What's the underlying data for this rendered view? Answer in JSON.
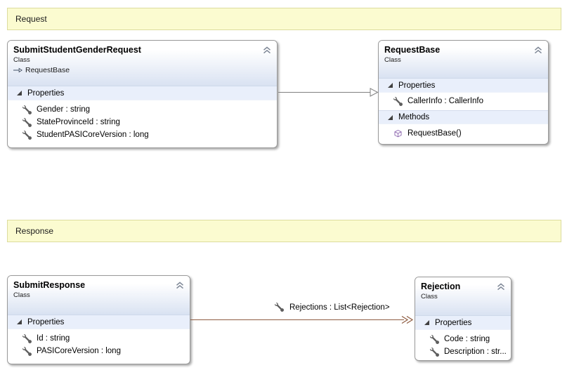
{
  "diagram": {
    "comments": {
      "request": "Request",
      "response": "Response"
    },
    "section_labels": {
      "properties": "Properties",
      "methods": "Methods"
    },
    "classes": {
      "submitStudentGenderRequest": {
        "name": "SubmitStudentGenderRequest",
        "kind": "Class",
        "baseType": "RequestBase",
        "properties": [
          "Gender : string",
          "StateProvinceId : string",
          "StudentPASICoreVersion : long"
        ]
      },
      "requestBase": {
        "name": "RequestBase",
        "kind": "Class",
        "properties": [
          "CallerInfo : CallerInfo"
        ],
        "methods": [
          "RequestBase()"
        ]
      },
      "submitResponse": {
        "name": "SubmitResponse",
        "kind": "Class",
        "properties": [
          "Id : string",
          "PASICoreVersion : long"
        ]
      },
      "rejection": {
        "name": "Rejection",
        "kind": "Class",
        "properties": [
          "Code : string",
          "Description : str..."
        ]
      }
    },
    "connectors": {
      "inheritance": {
        "type": "inheritance"
      },
      "association": {
        "type": "association",
        "label": "Rejections : List<Rejection>"
      }
    },
    "icons": {
      "property": "wrench",
      "method": "cube",
      "collapse": "chevron-double-up",
      "expander": "triangle-lower-right",
      "inherits": "arrow-hollow-right"
    },
    "colors": {
      "comment_fill": "#FBFBD0",
      "comment_border": "#DCDC9E",
      "header_gradient_bottom": "#D9E2F2",
      "section_band": "#E9EFFB",
      "box_border": "#9A9A9A",
      "inheritance_line": "#808080",
      "association_line": "#8E5C41",
      "method_icon": "#8A63AD",
      "wrench_icon": "#5E5E5E"
    }
  }
}
